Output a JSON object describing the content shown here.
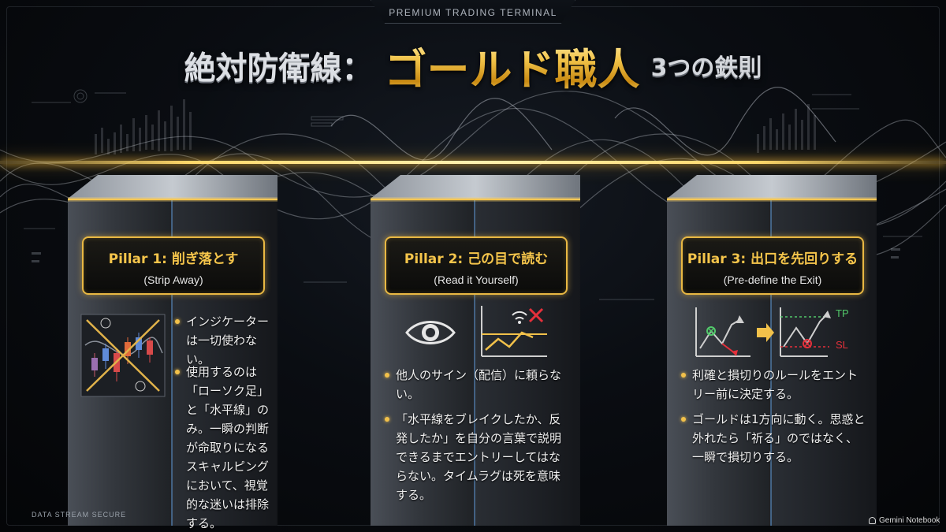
{
  "header": {
    "tab_label": "PREMIUM TRADING TERMINAL",
    "title_part1": "絶対防衛線：",
    "title_gold": "ゴールド職人",
    "title_part3": "3つの鉄則"
  },
  "pillars": [
    {
      "title": "Pillar 1: 削ぎ落とす",
      "subtitle": "(Strip Away)",
      "icon": "crossed-out-indicators-icon",
      "bullets": [
        "インジケーターは一切使わない。",
        "使用するのは「ローソク足」と「水平線」のみ。一瞬の判断が命取りになるスキャルピングにおいて、視覚的な迷いは排除する。"
      ]
    },
    {
      "title": "Pillar 2: 己の目で読む",
      "subtitle": "(Read it Yourself)",
      "icon": "eye-icon",
      "bullets": [
        "他人のサイン（配信）に頼らない。",
        "「水平線をブレイクしたか、反発したか」を自分の言葉で説明できるまでエントリーしてはならない。タイムラグは死を意味する。"
      ]
    },
    {
      "title": "Pillar 3: 出口を先回りする",
      "subtitle": "(Pre-define the Exit)",
      "icon": "tp-sl-chart-icon",
      "tp_label": "TP",
      "sl_label": "SL",
      "bullets": [
        "利確と損切りのルールをエントリー前に決定する。",
        "ゴールドは1方向に動く。思惑と外れたら「祈る」のではなく、一瞬で損切りする。"
      ]
    }
  ],
  "footer": {
    "left": "DATA STREAM SECURE",
    "brand": "Gemini Notebook"
  },
  "colors": {
    "gold": "#f2c14a",
    "background": "#0a0d12",
    "cross_red": "#e5303b"
  }
}
